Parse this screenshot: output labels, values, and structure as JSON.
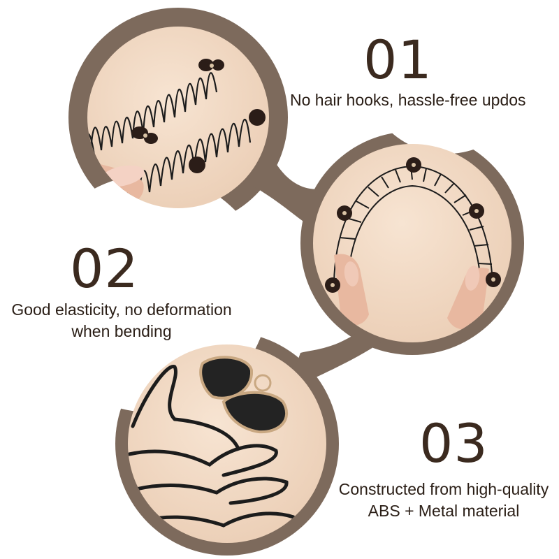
{
  "features": [
    {
      "number": "01",
      "lines": [
        "No hair hooks, hassle-free updos"
      ]
    },
    {
      "number": "02",
      "lines": [
        "Good elasticity, no deformation",
        "when bending"
      ]
    },
    {
      "number": "03",
      "lines": [
        "Constructed from high-quality",
        "ABS + Metal material"
      ]
    }
  ],
  "colors": {
    "connector": "#7d6a5c",
    "photo_background": "#f3dcc8",
    "number_text": "#3b2a1f",
    "caption_text": "#2a1e16",
    "comb_wire": "#1c1c1c",
    "ornament": "#2b1d18"
  }
}
